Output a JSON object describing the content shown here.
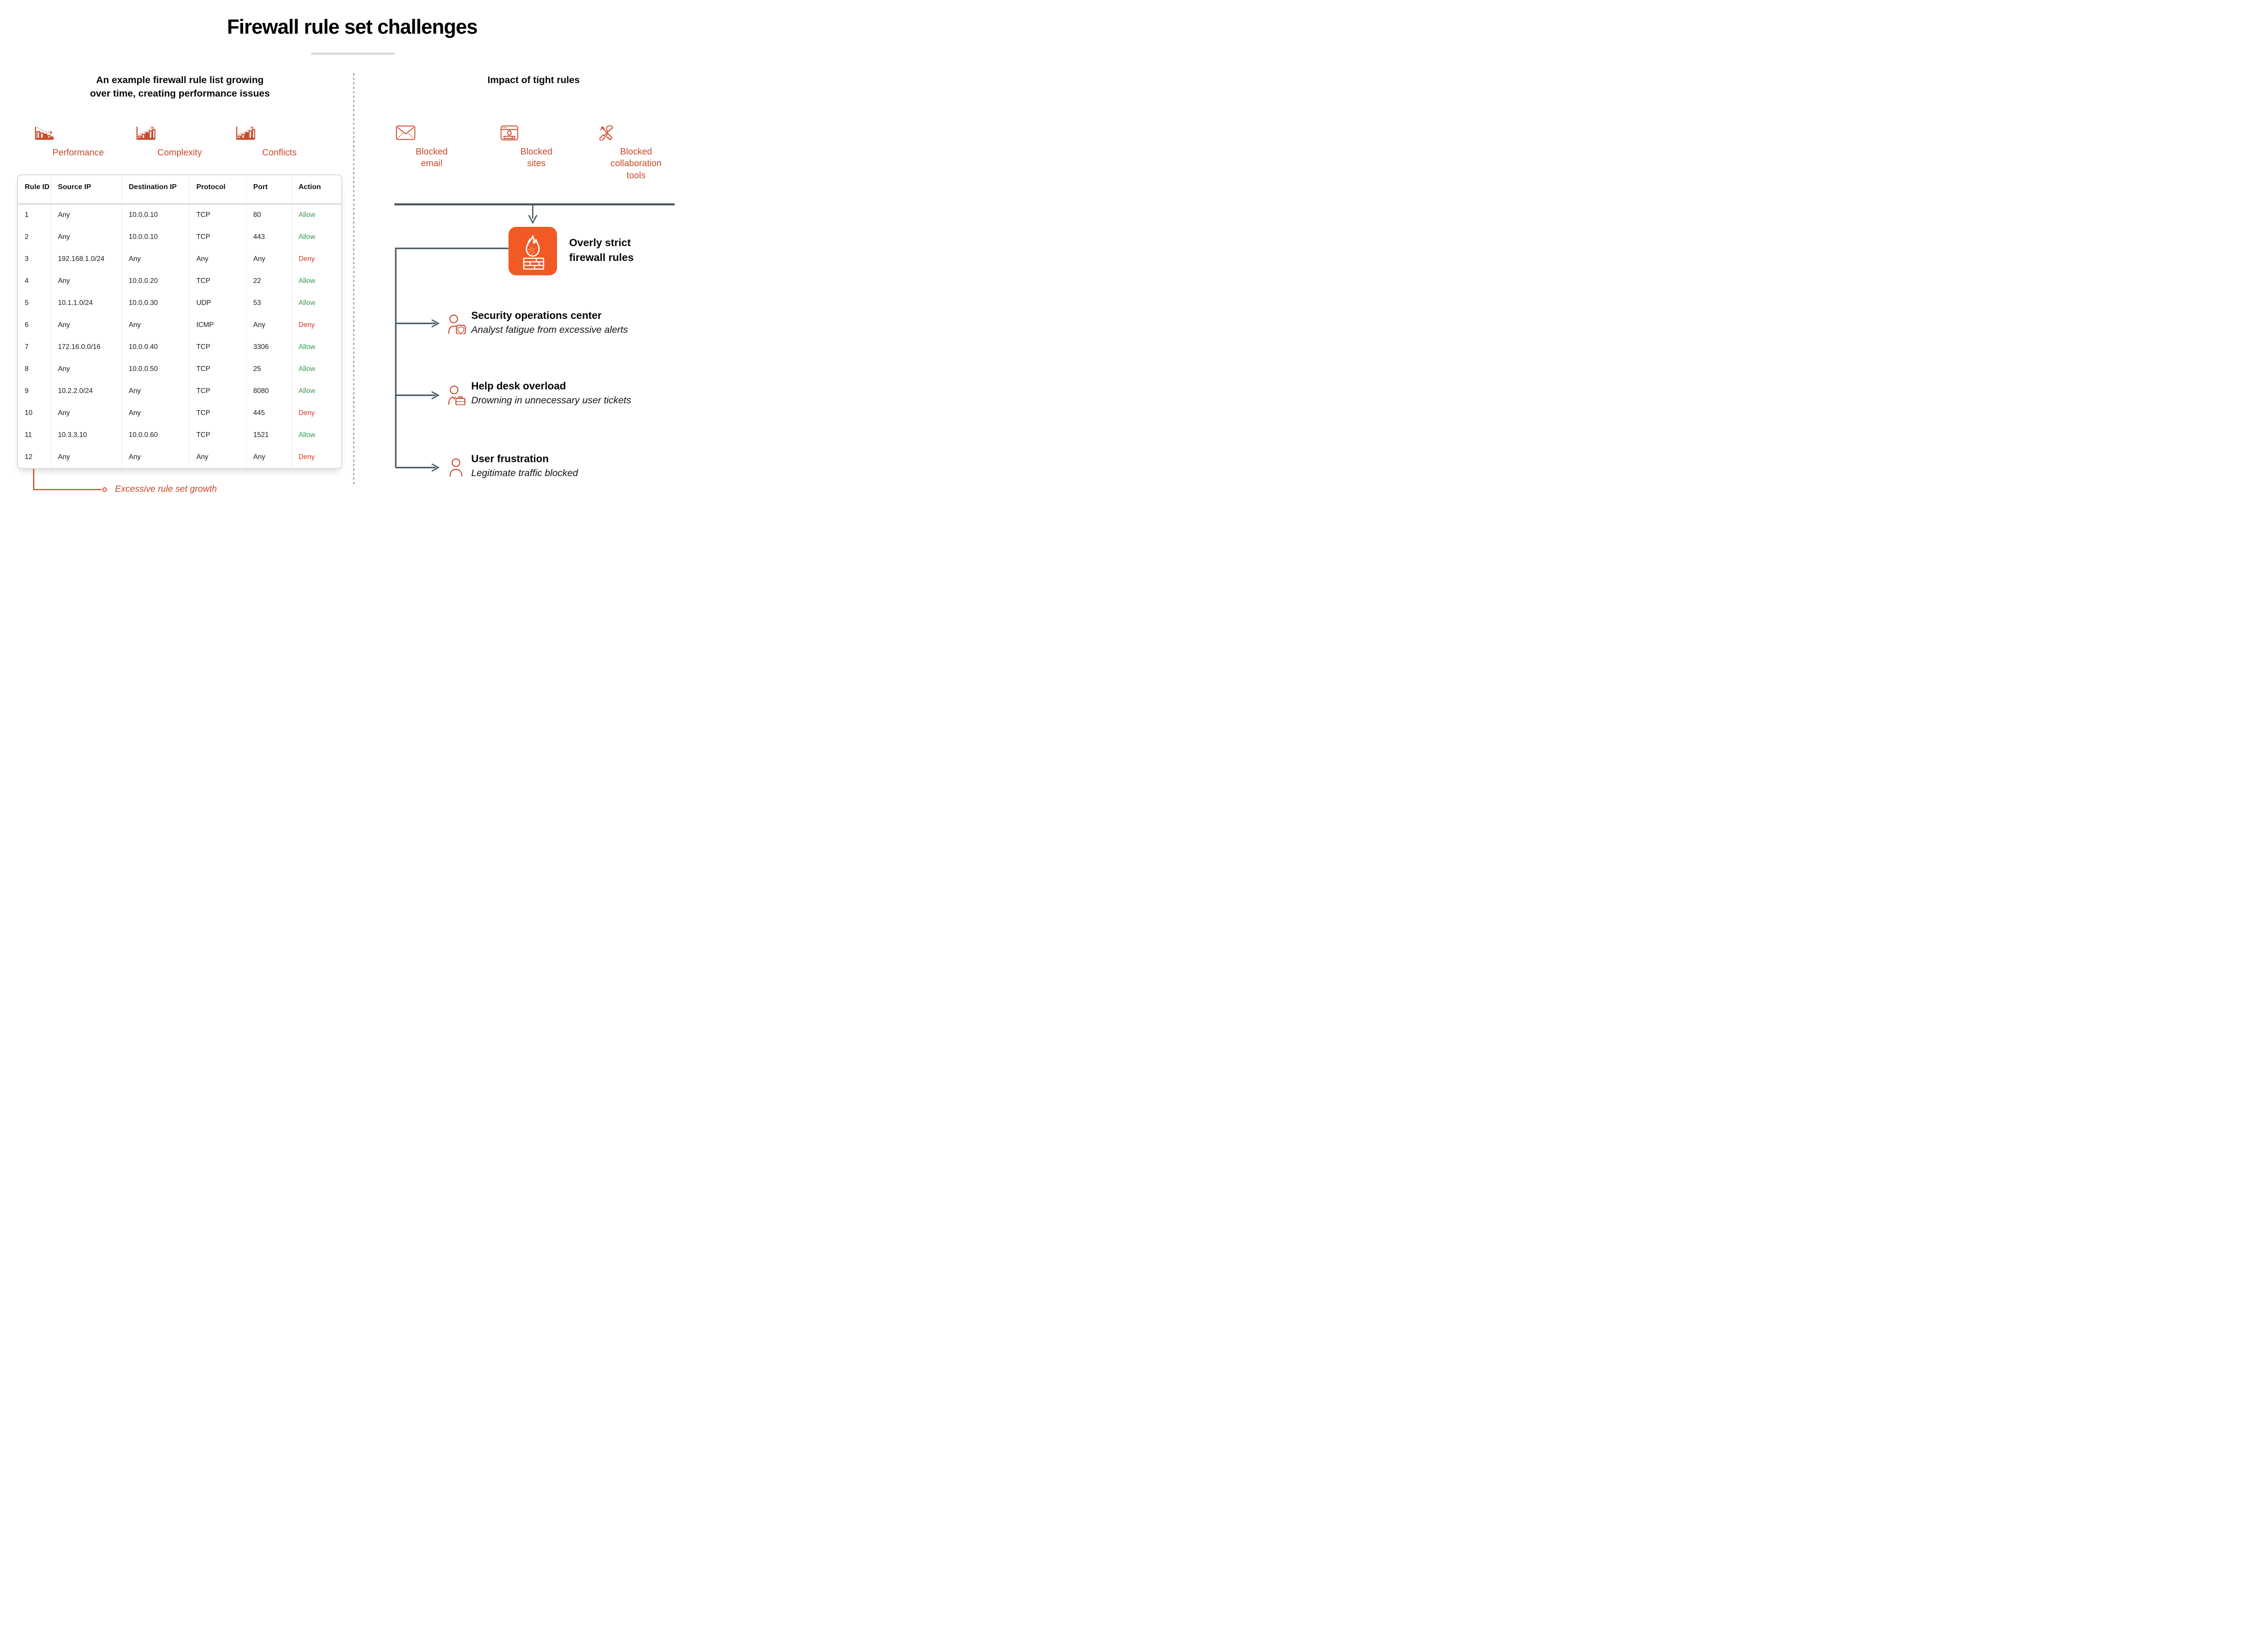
{
  "title": "Firewall rule set challenges",
  "colors": {
    "accent": "#C8492B",
    "tile": "#F15A24",
    "allow": "#2F9E4C",
    "deny": "#CE3A22",
    "slate": "#44535E"
  },
  "left": {
    "subtitle_lines": [
      "An example firewall rule list growing",
      "over time, creating performance issues"
    ],
    "metrics": [
      {
        "label": "Performance",
        "icon": "bar-chart-declining-icon"
      },
      {
        "label": "Complexity",
        "icon": "bar-chart-rising-icon"
      },
      {
        "label": "Conflicts",
        "icon": "bar-chart-rising-icon"
      }
    ],
    "table": {
      "columns": [
        "Rule ID",
        "Source IP",
        "Destination IP",
        "Protocol",
        "Port",
        "Action"
      ],
      "rows": [
        [
          "1",
          "Any",
          "10.0.0.10",
          "TCP",
          "80",
          "Allow"
        ],
        [
          "2",
          "Any",
          "10.0.0.10",
          "TCP",
          "443",
          "Allow"
        ],
        [
          "3",
          "192.168.1.0/24",
          "Any",
          "Any",
          "Any",
          "Deny"
        ],
        [
          "4",
          "Any",
          "10.0.0.20",
          "TCP",
          "22",
          "Allow"
        ],
        [
          "5",
          "10.1.1.0/24",
          "10.0.0.30",
          "UDP",
          "53",
          "Allow"
        ],
        [
          "6",
          "Any",
          "Any",
          "ICMP",
          "Any",
          "Deny"
        ],
        [
          "7",
          "172.16.0.0/16",
          "10.0.0.40",
          "TCP",
          "3306",
          "Allow"
        ],
        [
          "8",
          "Any",
          "10.0.0.50",
          "TCP",
          "25",
          "Allow"
        ],
        [
          "9",
          "10.2.2.0/24",
          "Any",
          "TCP",
          "8080",
          "Allow"
        ],
        [
          "10",
          "Any",
          "Any",
          "TCP",
          "445",
          "Deny"
        ],
        [
          "11",
          "10.3.3.10",
          "10.0.0.60",
          "TCP",
          "1521",
          "Allow"
        ],
        [
          "12",
          "Any",
          "Any",
          "Any",
          "Any",
          "Deny"
        ]
      ]
    },
    "annotation": "Excessive rule set growth"
  },
  "right": {
    "subtitle": "Impact of tight rules",
    "causes": [
      {
        "label": "Blocked email",
        "icon": "blocked-email-icon"
      },
      {
        "label": "Blocked sites",
        "icon": "blocked-sites-icon"
      },
      {
        "label": "Blocked collaboration tools",
        "icon": "blocked-collaboration-tools-icon"
      }
    ],
    "hub_lines": [
      "Overly strict",
      "firewall rules"
    ],
    "impacts": [
      {
        "title": "Security operations center",
        "description": "Analyst fatigue from excessive alerts",
        "icon": "analyst-shield-icon"
      },
      {
        "title": "Help desk overload",
        "description": "Drowning in unnecessary user tickets",
        "icon": "helpdesk-person-icon"
      },
      {
        "title": "User frustration",
        "description": "Legitimate traffic blocked",
        "icon": "user-icon"
      }
    ]
  }
}
